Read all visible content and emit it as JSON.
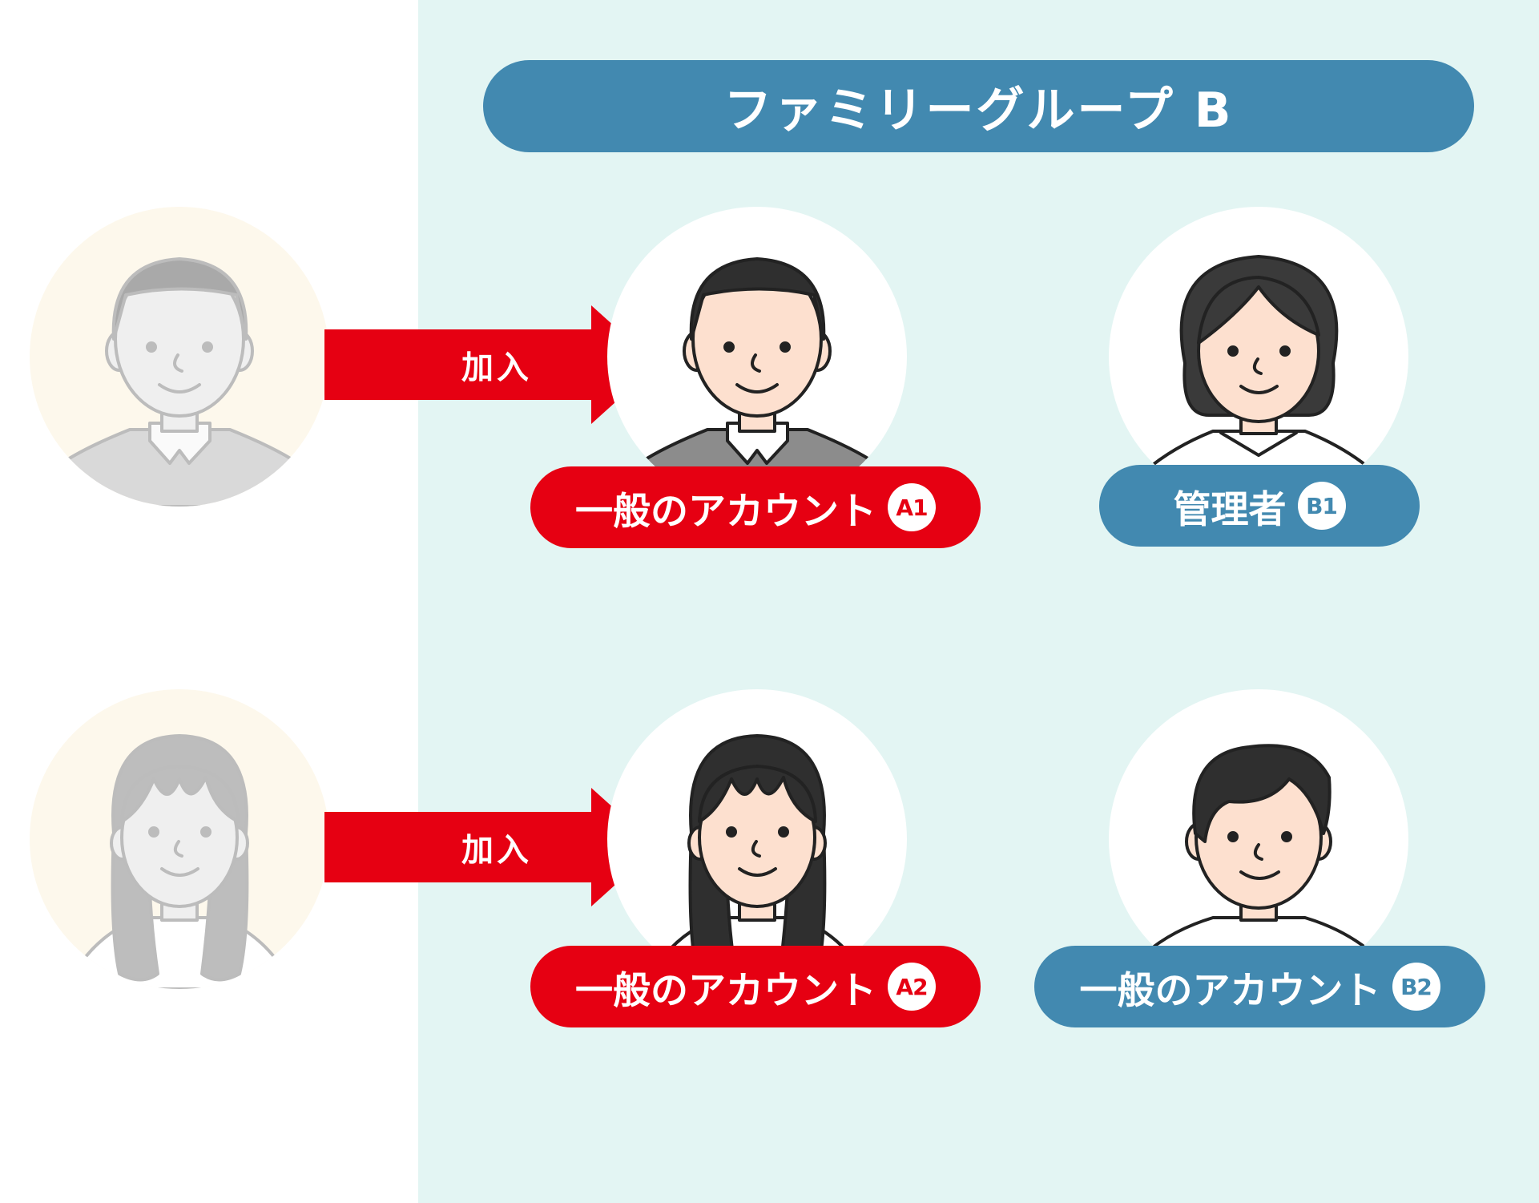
{
  "group": {
    "title": "ファミリーグループ B"
  },
  "arrows": [
    {
      "label": "加入"
    },
    {
      "label": "加入"
    }
  ],
  "members": [
    {
      "role": "一般のアカウント",
      "badge": "A1"
    },
    {
      "role": "管理者",
      "badge": "B1"
    },
    {
      "role": "一般のアカウント",
      "badge": "A2"
    },
    {
      "role": "一般のアカウント",
      "badge": "B2"
    }
  ],
  "colors": {
    "accent_red": "#e60012",
    "group_blue": "#4289b0",
    "group_bg": "#e3f5f3",
    "faded_bg": "#fdf8ec"
  }
}
